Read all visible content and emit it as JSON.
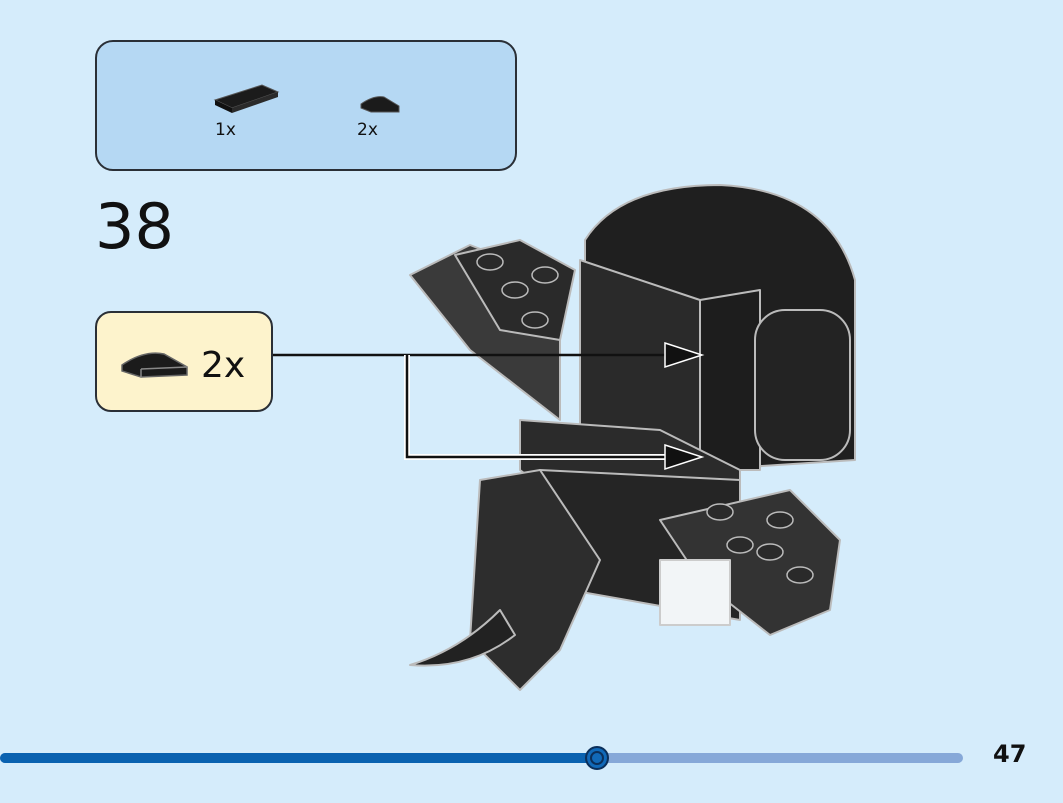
{
  "parts_list": {
    "items": [
      {
        "name": "tile-1x2-black",
        "count": "1x"
      },
      {
        "name": "tile-round-quarter-black",
        "count": "2x"
      }
    ]
  },
  "step": {
    "number": "38"
  },
  "callout": {
    "part": "tile-round-quarter-black",
    "count": "2x"
  },
  "progress": {
    "percent": 62
  },
  "page": {
    "number": "47"
  },
  "colors": {
    "background": "#d5ecfb",
    "parts_box": "#b5d8f3",
    "callout": "#fdf3cc",
    "progress_fill": "#0a62b0",
    "progress_track": "#86a8d8"
  }
}
